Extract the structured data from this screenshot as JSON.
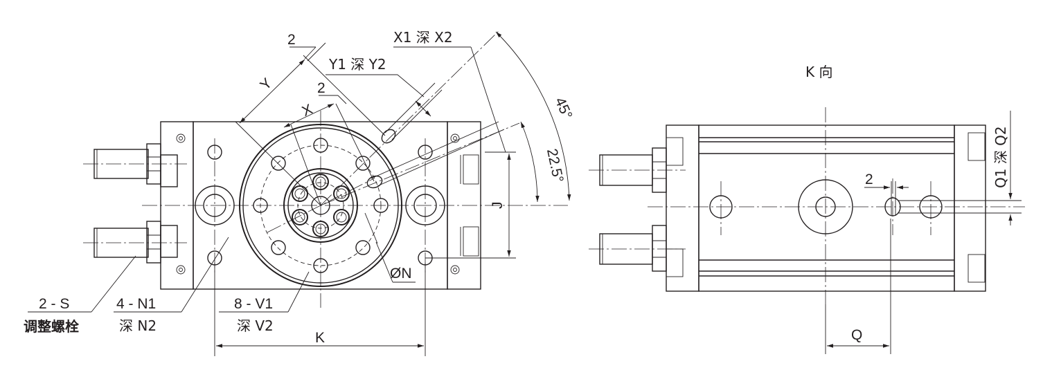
{
  "labels": {
    "top_2": "2",
    "x1_x2": "X1 深 X2",
    "y1_y2": "Y1 深 Y2",
    "mid_2": "2",
    "y": "Y",
    "x": "X",
    "angle_45": "45°",
    "angle_22_5": "22.5°",
    "j": "J",
    "n": "ØN",
    "s": "2 - S",
    "adjusting_bolt": "调整螺栓",
    "n1": "4 - N1",
    "n2": "深 N2",
    "v1": "8 - V1",
    "v2": "深 V2",
    "k": "K",
    "k_view": "K 向",
    "right_2": "2",
    "q": "Q",
    "q1_q2": "Q1 深 Q2"
  }
}
